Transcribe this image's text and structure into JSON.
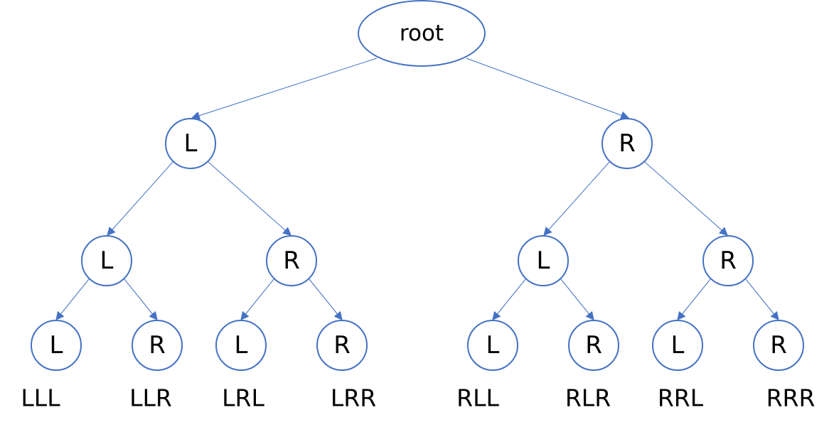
{
  "colors": {
    "node_stroke": "#4472c4",
    "edge": "#4472c4",
    "text": "#000000"
  },
  "tree": {
    "root": "root",
    "l1": [
      "L",
      "R"
    ],
    "l2": [
      "L",
      "R",
      "L",
      "R"
    ],
    "l3": [
      "L",
      "R",
      "L",
      "R",
      "L",
      "R",
      "L",
      "R"
    ]
  },
  "leaf_paths": [
    "LLL",
    "LLR",
    "LRL",
    "LRR",
    "RLL",
    "RLR",
    "RRL",
    "RRR"
  ]
}
